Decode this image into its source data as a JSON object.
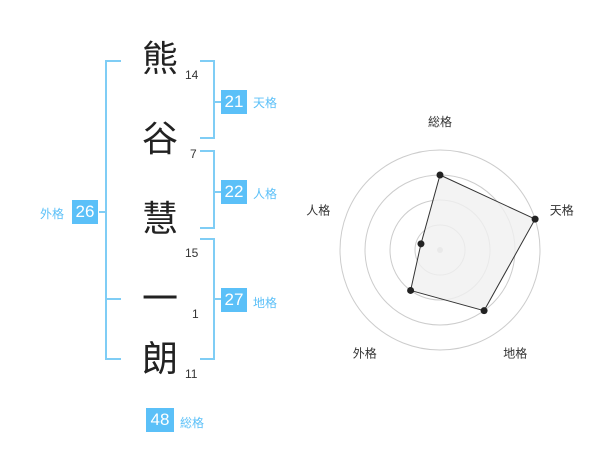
{
  "name": {
    "chars": [
      "熊",
      "谷",
      "慧",
      "一",
      "朗"
    ],
    "strokes": [
      "14",
      "7",
      "15",
      "1",
      "11"
    ]
  },
  "fortunes": {
    "tenkaku": {
      "value": "21",
      "label": "天格"
    },
    "jinkaku": {
      "value": "22",
      "label": "人格"
    },
    "chikaku": {
      "value": "27",
      "label": "地格"
    },
    "gaikaku": {
      "value": "26",
      "label": "外格"
    },
    "soukaku": {
      "value": "48",
      "label": "総格"
    }
  },
  "radar": {
    "labels": [
      "総格",
      "天格",
      "地格",
      "外格",
      "人格"
    ],
    "values": [
      0.75,
      1.0,
      0.75,
      0.5,
      0.2
    ],
    "max": 1.0,
    "colors": {
      "fill": "#f0f0f0",
      "stroke": "#333333",
      "ring": "#cccccc",
      "accent": "#5bc0f8"
    }
  }
}
